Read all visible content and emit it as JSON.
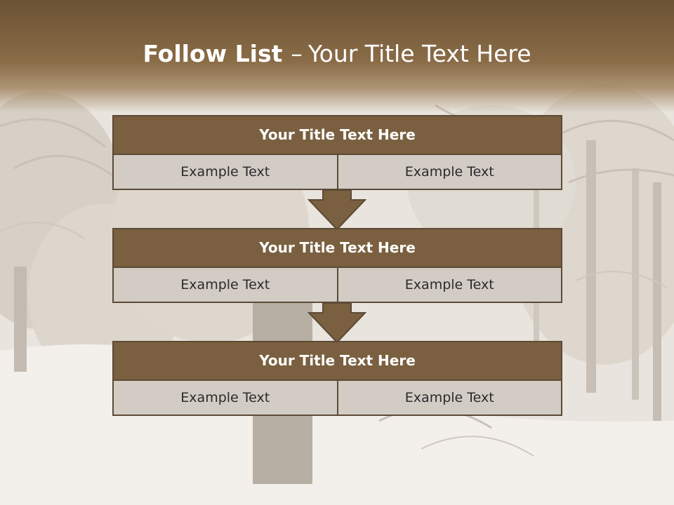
{
  "slide": {
    "title_bold": "Follow List",
    "title_sep": "–",
    "title_rest": "Your Title Text Here"
  },
  "blocks": [
    {
      "title": "Your Title Text Here",
      "left": "Example Text",
      "right": "Example Text"
    },
    {
      "title": "Your Title Text Here",
      "left": "Example Text",
      "right": "Example Text"
    },
    {
      "title": "Your Title Text Here",
      "left": "Example Text",
      "right": "Example Text"
    }
  ],
  "colors": {
    "header": "#7a6040",
    "border": "#5c4a36",
    "cell": "#d2ccc5",
    "arrow": "#7a6040"
  },
  "icons": [
    "down-arrow-icon",
    "down-arrow-icon"
  ]
}
